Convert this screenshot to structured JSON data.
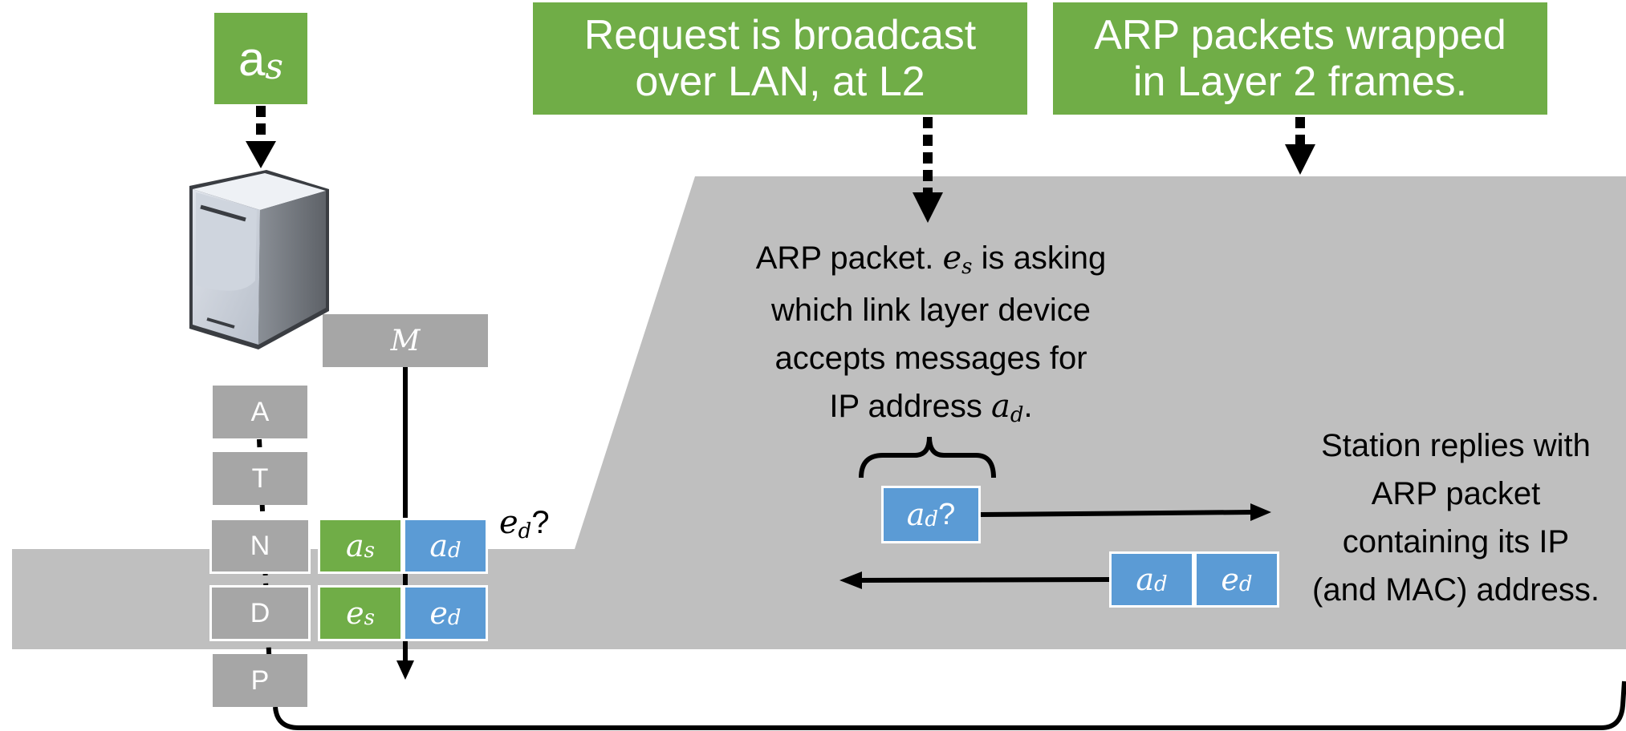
{
  "top_label": {
    "main": "a",
    "sub": "s"
  },
  "headers": {
    "broadcast": {
      "line1": "Request is broadcast",
      "line2": "over LAN, at L2"
    },
    "wrapped": {
      "line1": "ARP packets wrapped",
      "line2": "in Layer 2 frames."
    }
  },
  "stack": {
    "message": "M",
    "layers": [
      "A",
      "T",
      "N",
      "D",
      "P"
    ]
  },
  "network_cells": {
    "src": {
      "var": "a",
      "sub": "s"
    },
    "dst": {
      "var": "a",
      "sub": "d"
    }
  },
  "datalink_cells": {
    "src": {
      "var": "e",
      "sub": "s"
    },
    "dst": {
      "var": "e",
      "sub": "d"
    }
  },
  "query_label": {
    "var": "e",
    "sub": "d",
    "suffix": "?"
  },
  "arp_note": {
    "line1_pre": "ARP packet. ",
    "line1_var": "e",
    "line1_sub": "s",
    "line1_post": " is asking",
    "line2": "which link layer device",
    "line3": "accepts messages for",
    "line4_pre": "IP address ",
    "line4_var": "a",
    "line4_sub": "d",
    "line4_post": "."
  },
  "request_packet": {
    "var": "a",
    "sub": "d",
    "suffix": "?"
  },
  "reply_packet": {
    "ip": {
      "var": "a",
      "sub": "d"
    },
    "mac": {
      "var": "e",
      "sub": "d"
    }
  },
  "reply_note": {
    "line1": "Station replies with",
    "line2": "ARP packet",
    "line3": "containing its IP",
    "line4": "(and MAC) address."
  },
  "colors": {
    "green": "#70ad47",
    "blue": "#5b9bd5",
    "gray_region": "#bfbfbf",
    "layer_gray": "#a6a6a6"
  }
}
